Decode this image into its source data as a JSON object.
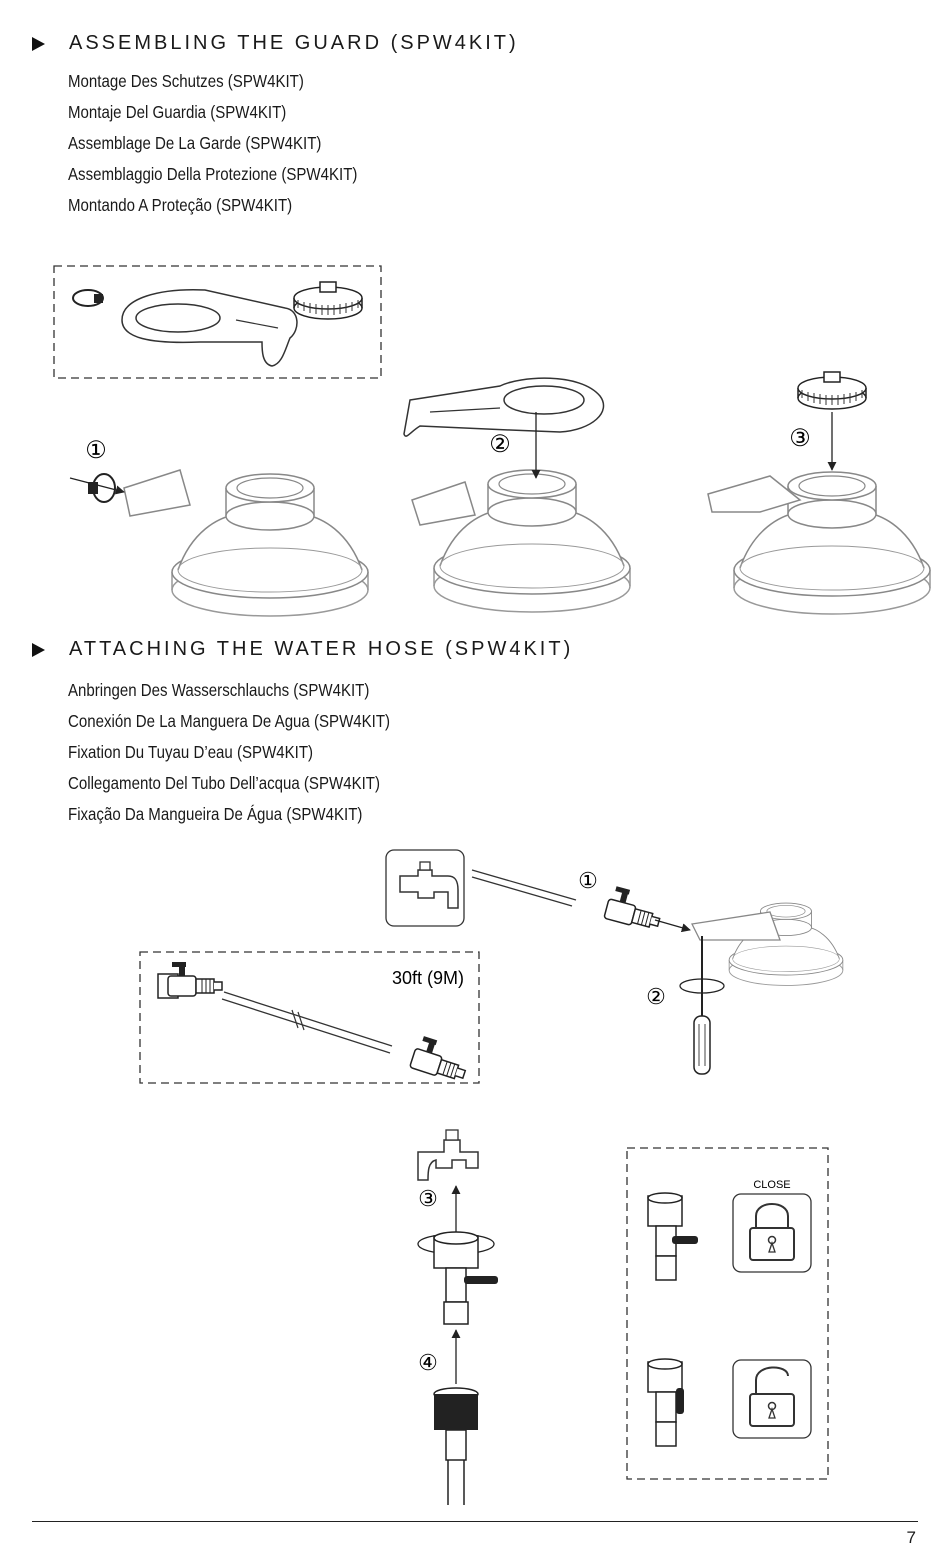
{
  "section1": {
    "title": "ASSEMBLING THE GUARD (SPW4KIT)",
    "translations": [
      "Montage Des Schutzes (SPW4KIT)",
      "Montaje Del Guardia (SPW4KIT)",
      "Assemblage De La Garde (SPW4KIT)",
      "Assemblaggio Della Protezione (SPW4KIT)",
      "Montando A Proteção (SPW4KIT)"
    ],
    "steps": [
      "①",
      "②",
      "③"
    ]
  },
  "section2": {
    "title": "ATTACHING THE WATER HOSE (SPW4KIT)",
    "translations": [
      "Anbringen Des Wasserschlauchs (SPW4KIT)",
      "Conexión De La Manguera De Agua (SPW4KIT)",
      "Fixation Du Tuyau D’eau (SPW4KIT)",
      "Collegamento Del Tubo Dell’acqua (SPW4KIT)",
      "Fixação Da Mangueira De Água (SPW4KIT)"
    ],
    "hose_length": "30ft (9M)",
    "steps": [
      "①",
      "②",
      "③",
      "④"
    ],
    "close_label": "CLOSE"
  },
  "page_number": "7"
}
